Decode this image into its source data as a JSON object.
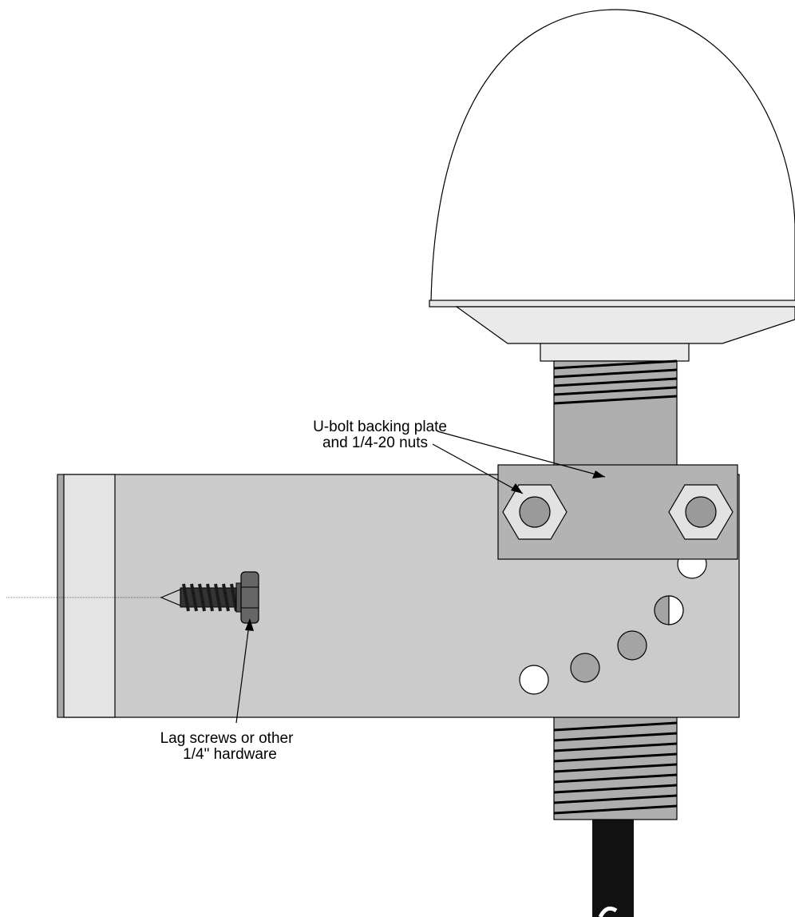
{
  "labels": {
    "ubolt_line1": "U-bolt backing plate",
    "ubolt_line2": "and 1/4-20 nuts",
    "lag_line1": "Lag screws or other",
    "lag_line2": "1/4\" hardware"
  },
  "colors": {
    "dome": "#ffffff",
    "base": "#eaeaea",
    "mast": "#aeaeae",
    "bracket": "#cbcbcb",
    "end_cap": "#e4e4e4",
    "plate": "#b3b3b3",
    "nut": "#e2e2e2",
    "bolt": "#9a9a9a",
    "hole_filled": "#a4a4a4",
    "hole_open": "#ffffff",
    "screw": "#333333",
    "cable": "#111111"
  }
}
